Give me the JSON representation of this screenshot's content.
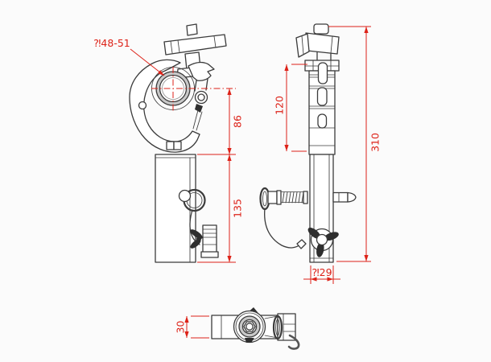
{
  "dimensions": {
    "clamp_diameter": "⁈48-51",
    "center_to_body": "86",
    "body_height": "135",
    "clamp_section_height": "120",
    "overall_height": "310",
    "spigot_diameter": "⁈29",
    "body_depth": "30"
  },
  "colors": {
    "dimension_red": "#dd2218",
    "line_ink": "#3b3b3b",
    "background": "#fbfbfb"
  }
}
